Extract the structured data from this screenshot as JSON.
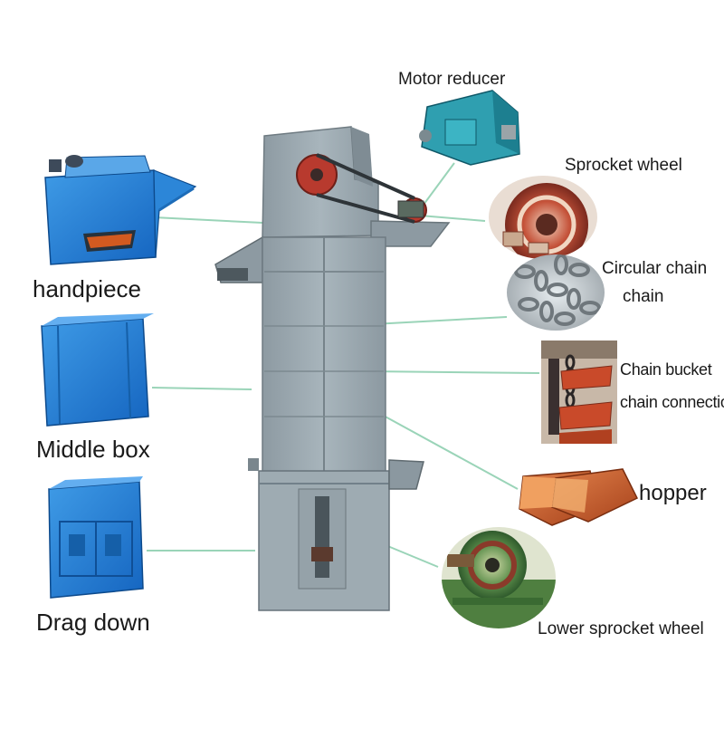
{
  "labels": {
    "handpiece": "handpiece",
    "middle_box": "Middle box",
    "drag_down": "Drag down",
    "motor_reducer": "Motor reducer",
    "sprocket_wheel": "Sprocket wheel",
    "circular_chain_line1": "Circular chain",
    "circular_chain_line2": "chain",
    "chain_bucket_line1": "Chain bucket",
    "chain_bucket_line2": "chain connection",
    "hopper": "hopper",
    "lower_sprocket_wheel": "Lower sprocket wheel"
  },
  "colors": {
    "machine_gray": "#9aa8b0",
    "machine_dark": "#707e86",
    "blue_box": "#1f7fd6",
    "leader_line": "#9ad4b8",
    "sprocket_red": "#b8322a",
    "hopper_orange": "#d8601e"
  }
}
